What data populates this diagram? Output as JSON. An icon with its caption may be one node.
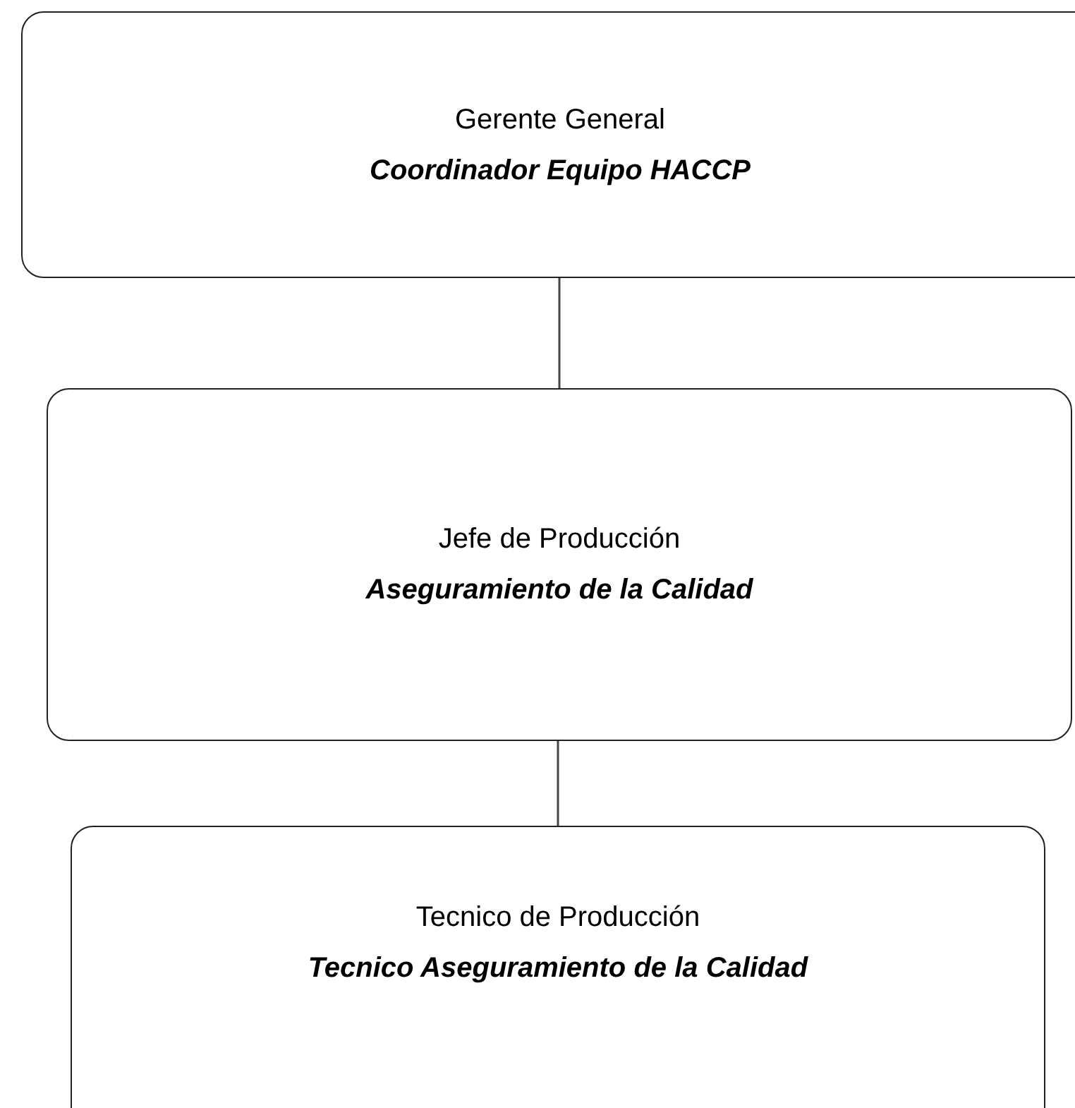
{
  "diagram": {
    "nodes": [
      {
        "text": [
          "Gerente General",
          "Coordinador Equipo HACCP"
        ]
      },
      {
        "text": [
          "Jefe de Producción",
          "Aseguramiento de la Calidad"
        ]
      },
      {
        "text": [
          "Tecnico de Producción",
          "Tecnico Aseguramiento de la Calidad"
        ]
      }
    ],
    "edges": [
      {
        "from": 0,
        "to": 1,
        "arrow": "none"
      },
      {
        "from": 1,
        "to": 2,
        "arrow": "none"
      }
    ]
  }
}
